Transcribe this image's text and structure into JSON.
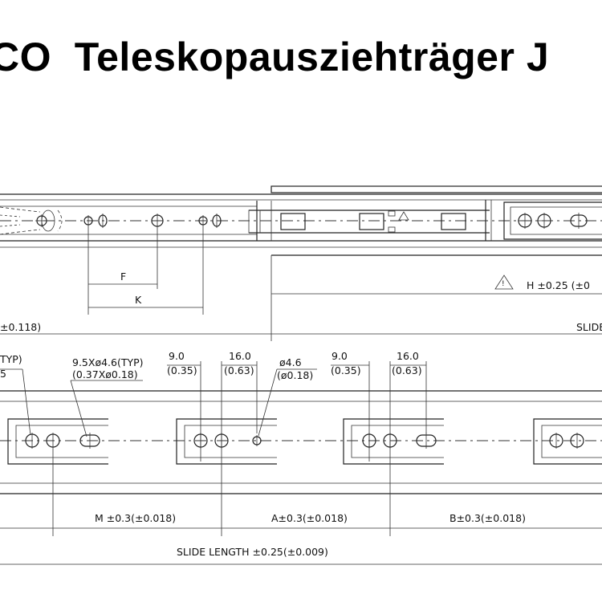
{
  "title": "CO  Teleskopausziehträger J",
  "top_view": {
    "dim_f": "F",
    "dim_k": "K",
    "dim_h": "H ±0.25 (±0",
    "dim_left": "±0.118)",
    "slide_partial": "SLIDE",
    "warn_symbol": "!"
  },
  "bottom_view": {
    "typ_partial": "TYP)",
    "typ_partial2": "5",
    "slot_dim": "9.5Xø4.6(TYP)",
    "slot_dim_in": "(0.37Xø0.18)",
    "d1": "9.0",
    "d1_in": "(0.35)",
    "d2": "16.0",
    "d2_in": "(0.63)",
    "hole": "ø4.6",
    "hole_in": "(ø0.18)",
    "d3": "9.0",
    "d3_in": "(0.35)",
    "d4": "16.0",
    "d4_in": "(0.63)",
    "dim_m": "M ±0.3(±0.018)",
    "dim_a": "A±0.3(±0.018)",
    "dim_b": "B±0.3(±0.018)",
    "slide_length": "SLIDE LENGTH ±0.25(±0.009)"
  }
}
